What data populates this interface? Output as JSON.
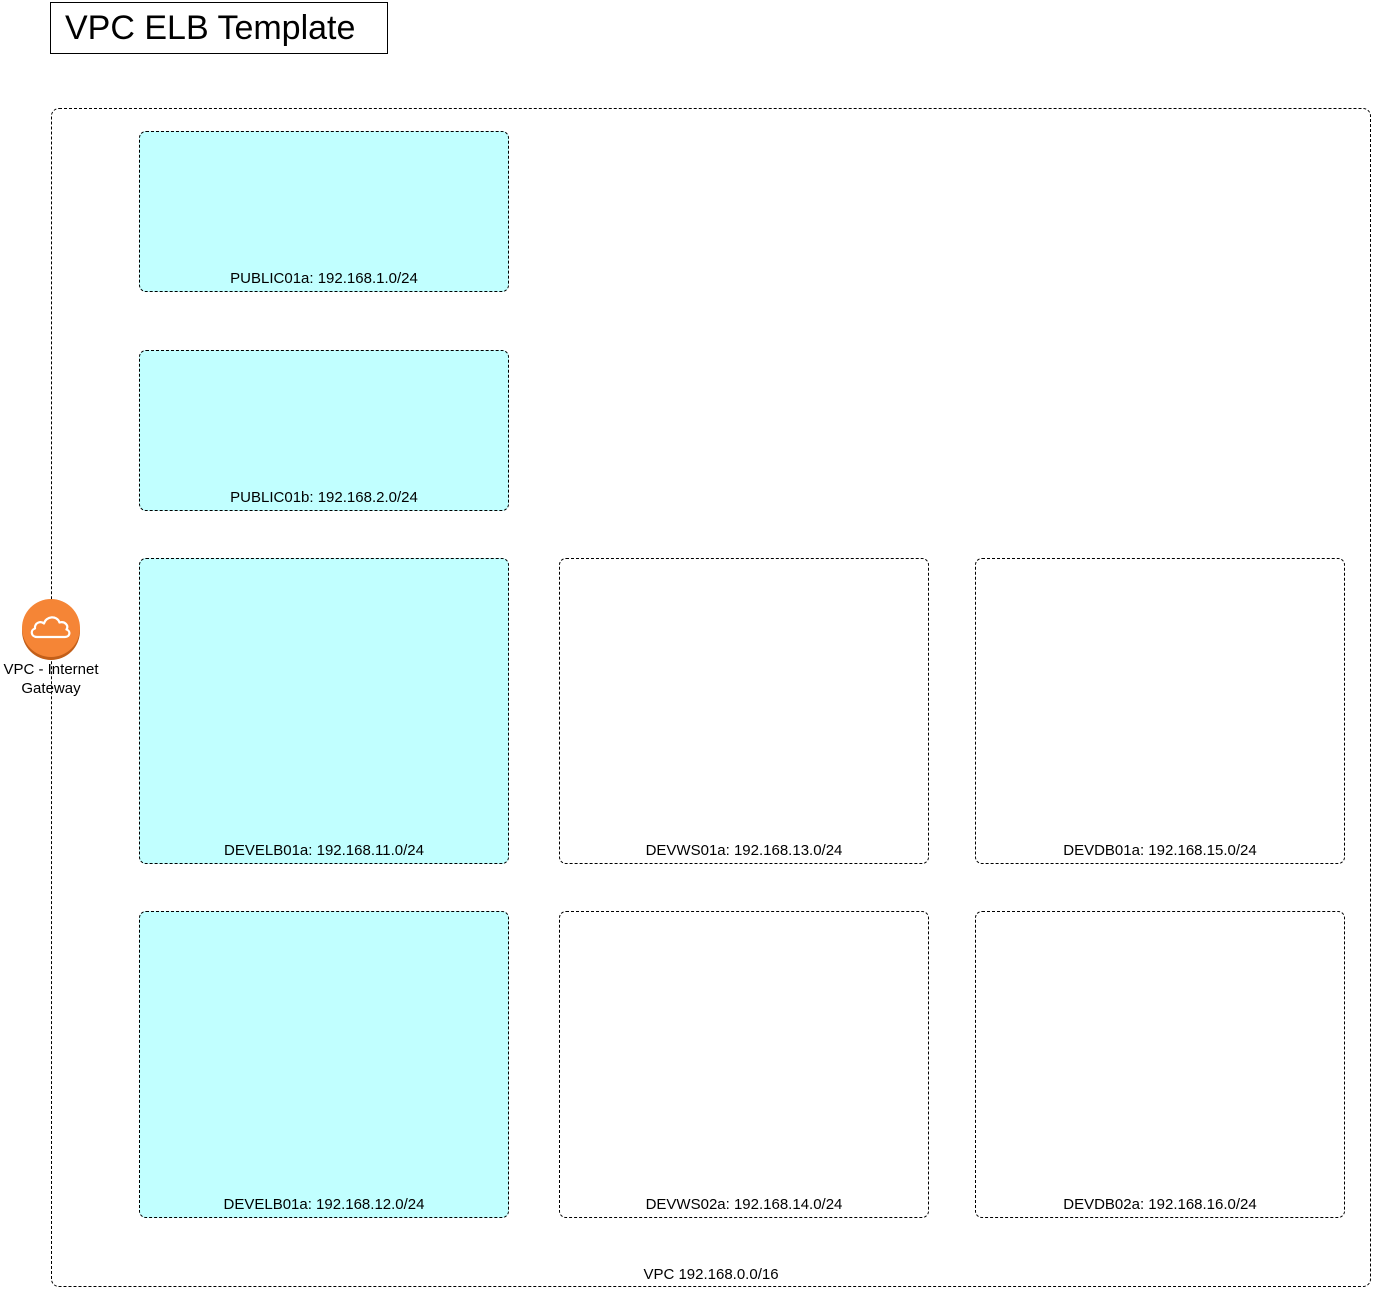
{
  "title": "VPC ELB Template",
  "vpc": {
    "label": "VPC 192.168.0.0/16"
  },
  "gateway": {
    "label": "VPC - Internet Gateway",
    "icon": "cloud-icon",
    "color": "#f58536"
  },
  "colors": {
    "public_subnet_fill": "#c1ffff",
    "private_subnet_fill": "#ffffff"
  },
  "subnets": [
    {
      "label": "PUBLIC01a: 192.168.1.0/24",
      "type": "public"
    },
    {
      "label": "PUBLIC01b: 192.168.2.0/24",
      "type": "public"
    },
    {
      "label": "DEVELB01a: 192.168.11.0/24",
      "type": "public"
    },
    {
      "label": "DEVWS01a: 192.168.13.0/24",
      "type": "private"
    },
    {
      "label": "DEVDB01a: 192.168.15.0/24",
      "type": "private"
    },
    {
      "label": "DEVELB01a: 192.168.12.0/24",
      "type": "public"
    },
    {
      "label": "DEVWS02a: 192.168.14.0/24",
      "type": "private"
    },
    {
      "label": "DEVDB02a: 192.168.16.0/24",
      "type": "private"
    }
  ]
}
